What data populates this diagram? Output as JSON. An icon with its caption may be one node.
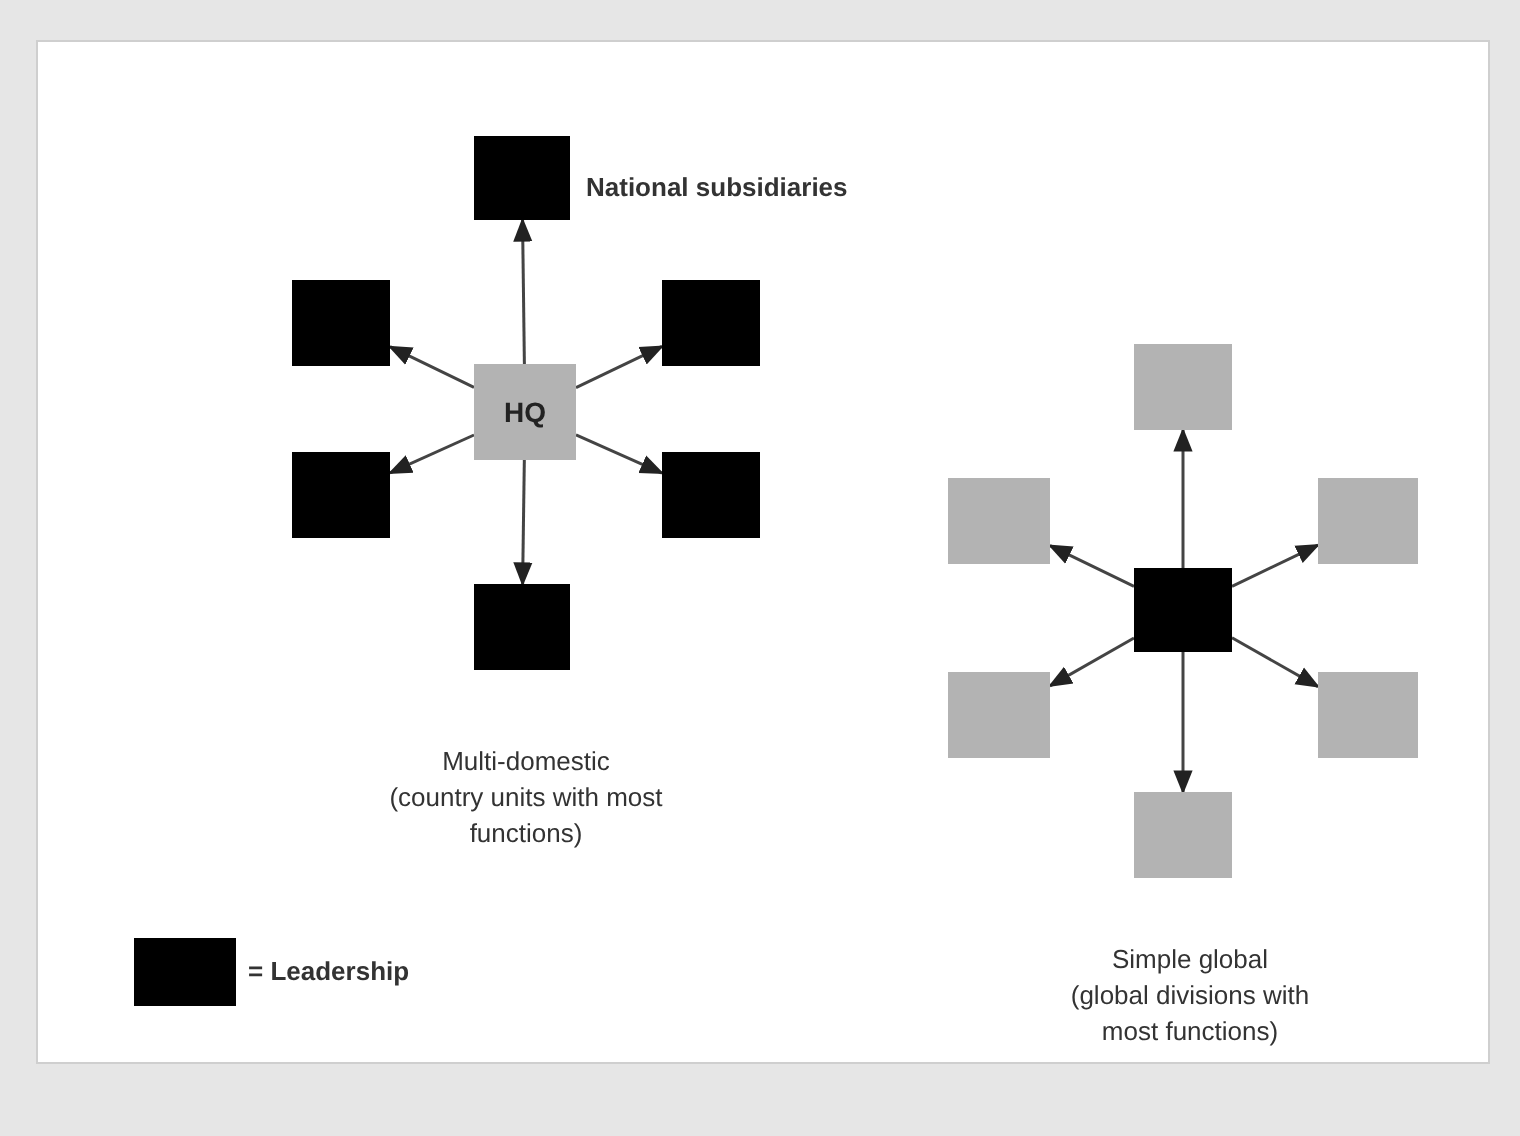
{
  "diagram": {
    "nodes": [
      {
        "text": [],
        "shape": "box",
        "beside": [
          "National subsidiaries"
        ]
      },
      {
        "text": [],
        "shape": "box"
      },
      {
        "text": [],
        "shape": "box"
      },
      {
        "text": [
          "HQ"
        ]
      },
      {
        "text": [],
        "shape": "box"
      },
      {
        "text": [],
        "shape": "box"
      },
      {
        "text": [],
        "shape": "box"
      },
      {
        "text": [],
        "shape": "box"
      },
      {
        "text": [],
        "shape": "box"
      },
      {
        "text": [],
        "shape": "box"
      },
      {
        "text": [],
        "shape": "box"
      },
      {
        "text": [],
        "shape": "box"
      },
      {
        "text": [],
        "shape": "box"
      },
      {
        "text": [],
        "shape": "box"
      }
    ],
    "edges": [
      {
        "from": 3,
        "to": 0,
        "arrow": "to"
      },
      {
        "from": 3,
        "to": 1,
        "arrow": "to"
      },
      {
        "from": 3,
        "to": 2,
        "arrow": "to"
      },
      {
        "from": 3,
        "to": 4,
        "arrow": "to"
      },
      {
        "from": 3,
        "to": 5,
        "arrow": "to"
      },
      {
        "from": 3,
        "to": 6,
        "arrow": "to"
      },
      {
        "from": 10,
        "to": 7,
        "arrow": "to"
      },
      {
        "from": 10,
        "to": 8,
        "arrow": "to"
      },
      {
        "from": 10,
        "to": 9,
        "arrow": "to"
      },
      {
        "from": 10,
        "to": 11,
        "arrow": "to"
      },
      {
        "from": 10,
        "to": 12,
        "arrow": "to"
      },
      {
        "from": 10,
        "to": 13,
        "arrow": "to"
      }
    ],
    "labels": [
      "Multi-domestic",
      "(country units with most functions)",
      "Simple global",
      "(global divisions with most functions)"
    ],
    "legend": [
      {
        "text": "= Leadership",
        "color": "#000000"
      }
    ]
  }
}
